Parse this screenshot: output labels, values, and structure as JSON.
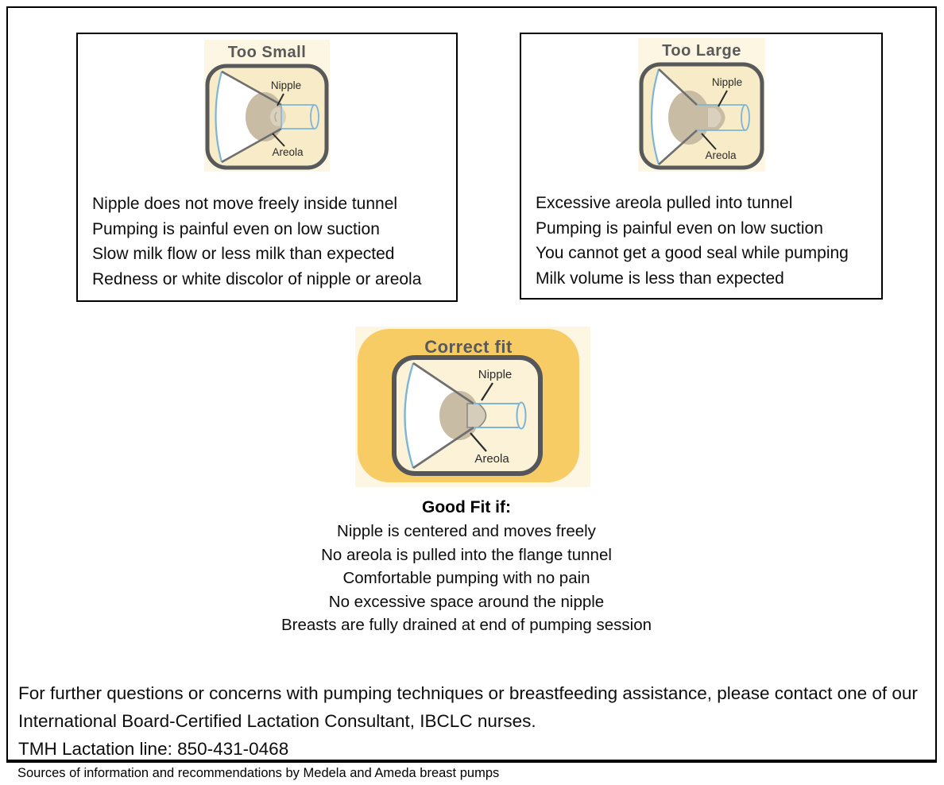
{
  "document": {
    "panels": {
      "too_small": {
        "title": "Too Small",
        "symptoms": [
          "Nipple does not move freely inside tunnel",
          "Pumping is painful even on low suction",
          "Slow milk flow or less milk than expected",
          "Redness or white discolor of nipple or areola"
        ]
      },
      "too_large": {
        "title": "Too Large",
        "symptoms": [
          "Excessive areola pulled into tunnel",
          "Pumping is painful even on low suction",
          "You cannot get a good seal while pumping",
          "Milk volume is less than expected"
        ]
      },
      "correct_fit": {
        "title": "Correct fit",
        "heading": "Good Fit if:",
        "criteria": [
          "Nipple is centered and moves freely",
          "No areola is pulled into the flange tunnel",
          "Comfortable pumping with no pain",
          "No excessive space around the nipple",
          "Breasts are fully drained at end of pumping session"
        ]
      }
    },
    "diagram_labels": {
      "nipple": "Nipple",
      "areola": "Areola"
    },
    "footer": {
      "contact_lines": [
        "For further questions or concerns with pumping techniques or breastfeeding assistance, please contact one of our",
        "International Board-Certified Lactation Consultant, IBCLC nurses.",
        "TMH Lactation line: 850-431-0468"
      ],
      "sources": "Sources of information and recommendations by Medela and Ameda breast pumps"
    },
    "colors": {
      "accent_orange": "#f7cc64",
      "diagram_beige": "#f8ebc7",
      "diagram_cream_bg": "#fcf6e2",
      "diagram_border_gray": "#58595b",
      "flange_blue": "#7cb5d9",
      "areola_tan": "#c8bca4",
      "nipple_tint": "#d9d0be",
      "title_gray": "#595959"
    }
  }
}
